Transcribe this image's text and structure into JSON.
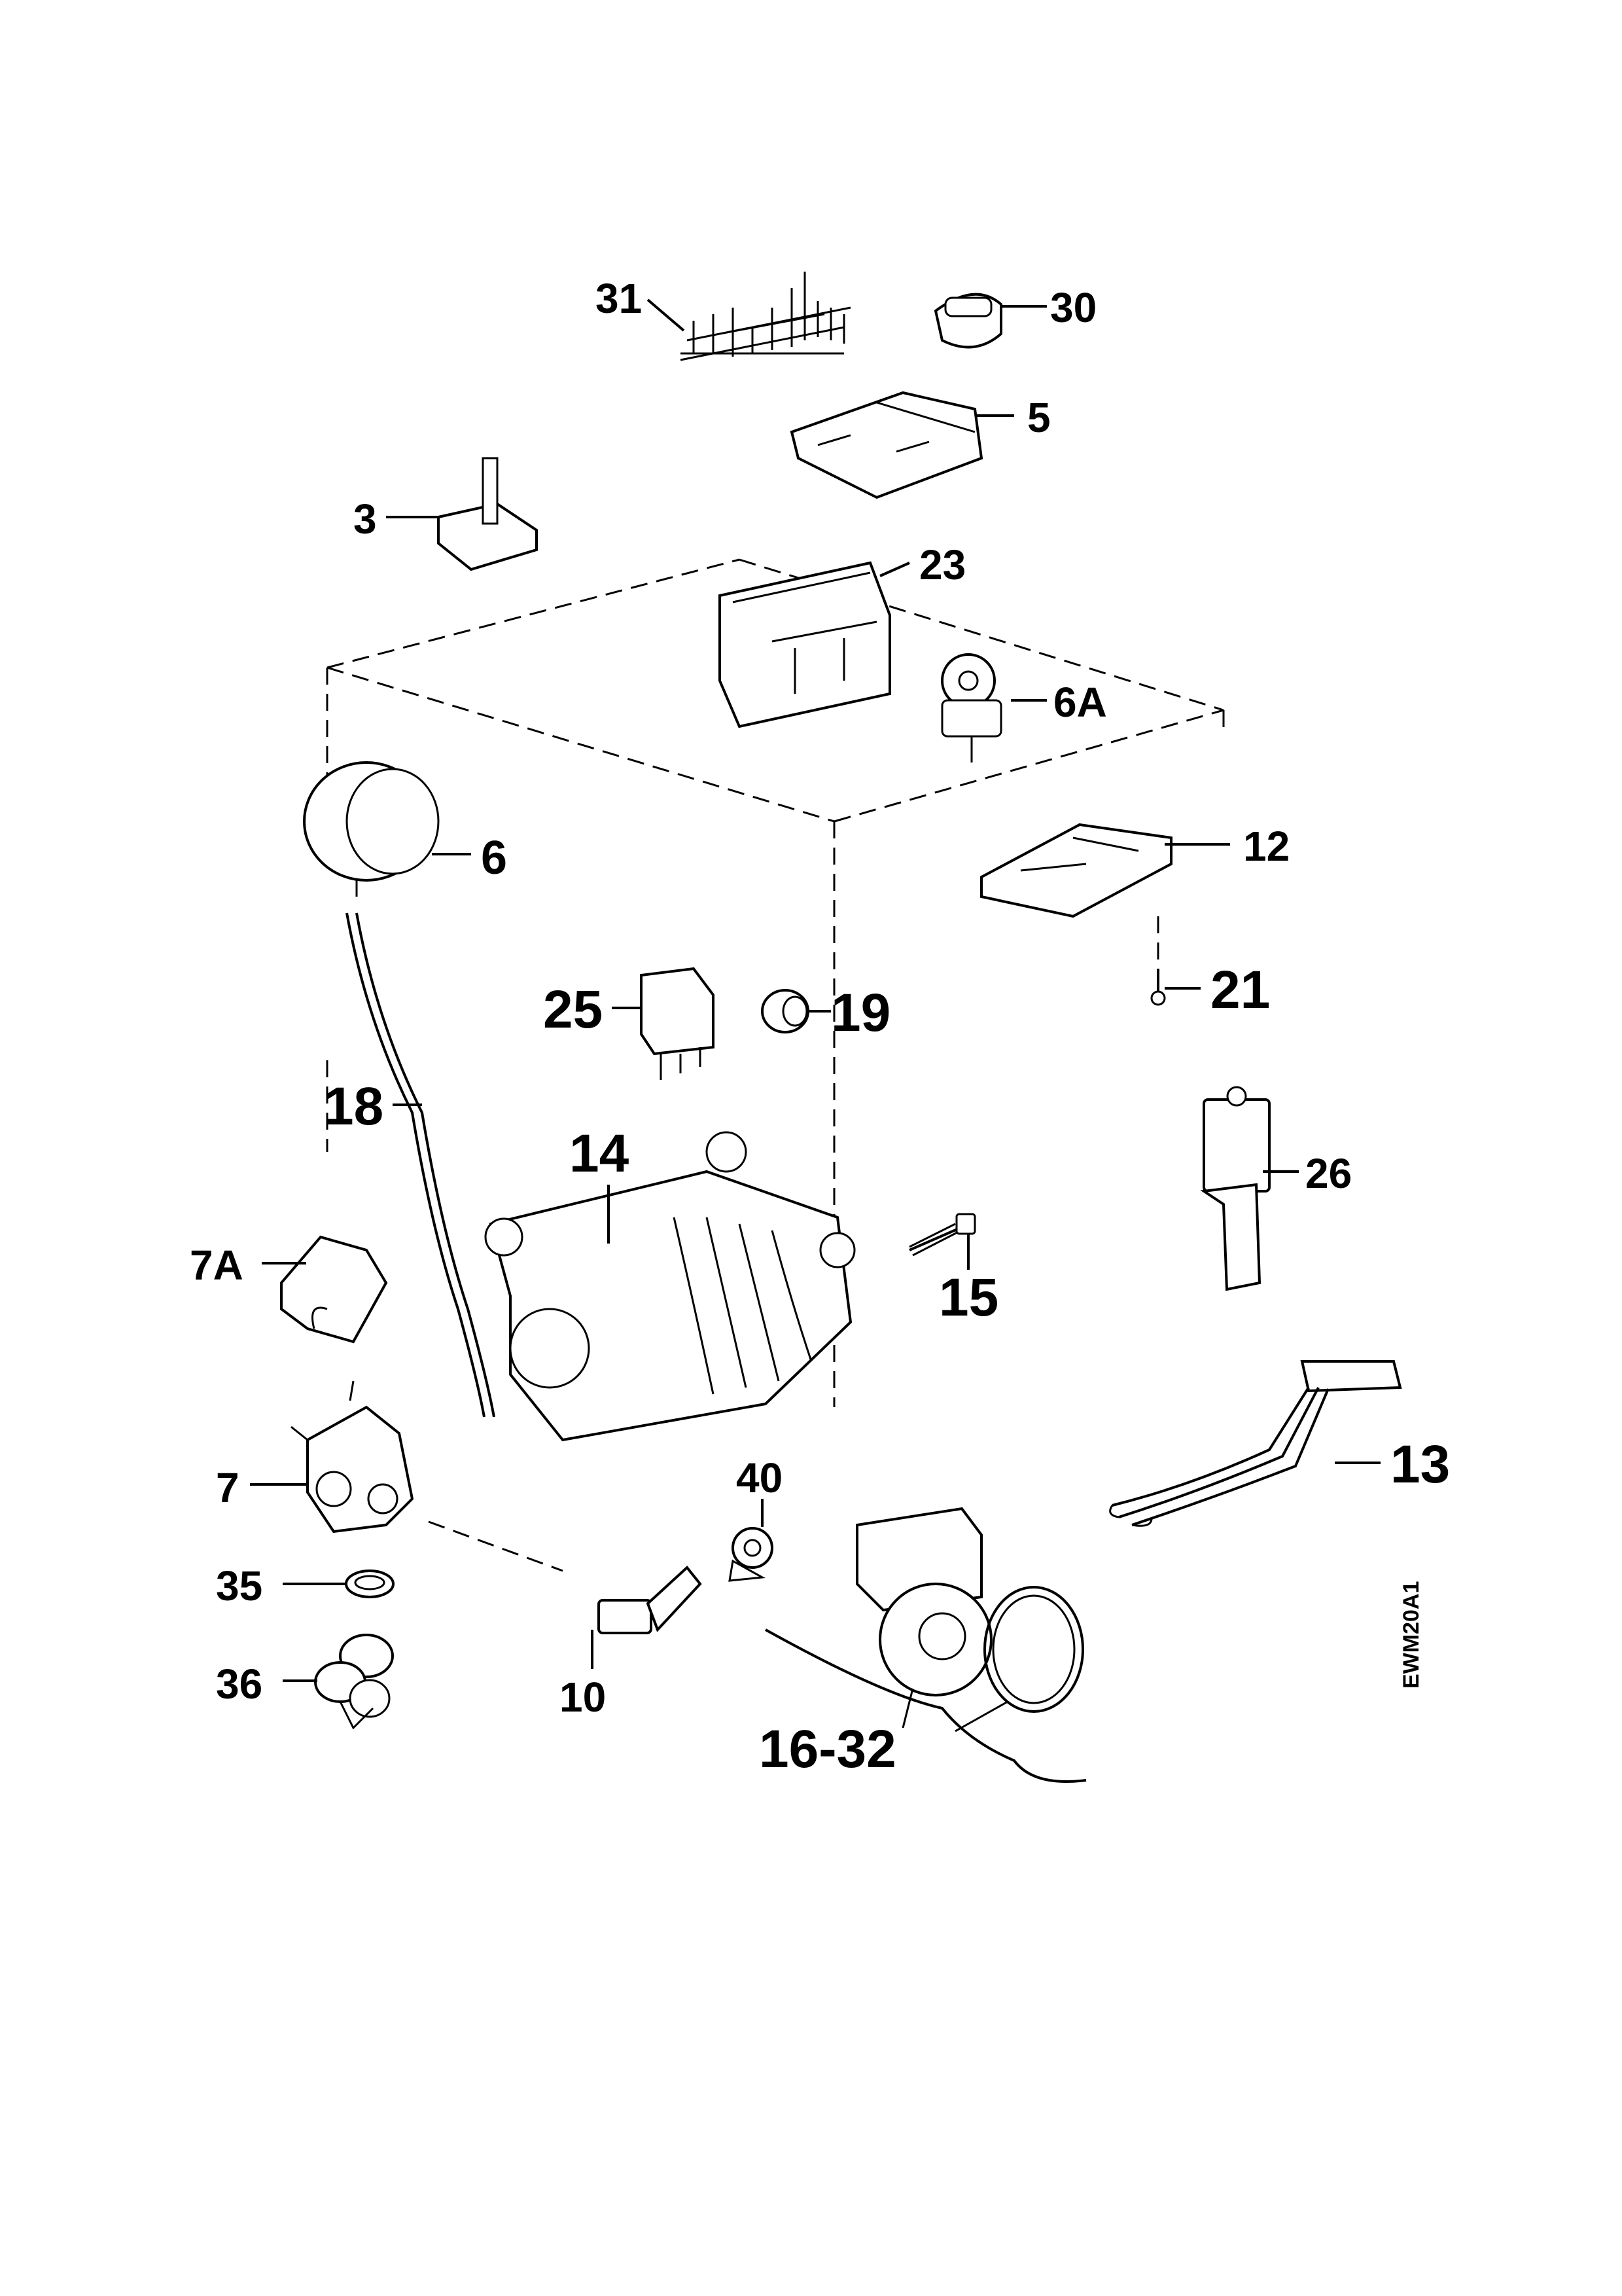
{
  "diagram": {
    "code": "EWM20A1",
    "labels": {
      "p31": "31",
      "p30": "30",
      "p5": "5",
      "p3": "3",
      "p23": "23",
      "p6A": "6A",
      "p6": "6",
      "p12": "12",
      "p21": "21",
      "p25": "25",
      "p19": "19",
      "p18": "18",
      "p14": "14",
      "p7A": "7A",
      "p26": "26",
      "p15": "15",
      "p13": "13",
      "p7": "7",
      "p40": "40",
      "p35": "35",
      "p36": "36",
      "p10": "10",
      "p16_32": "16-32"
    }
  }
}
